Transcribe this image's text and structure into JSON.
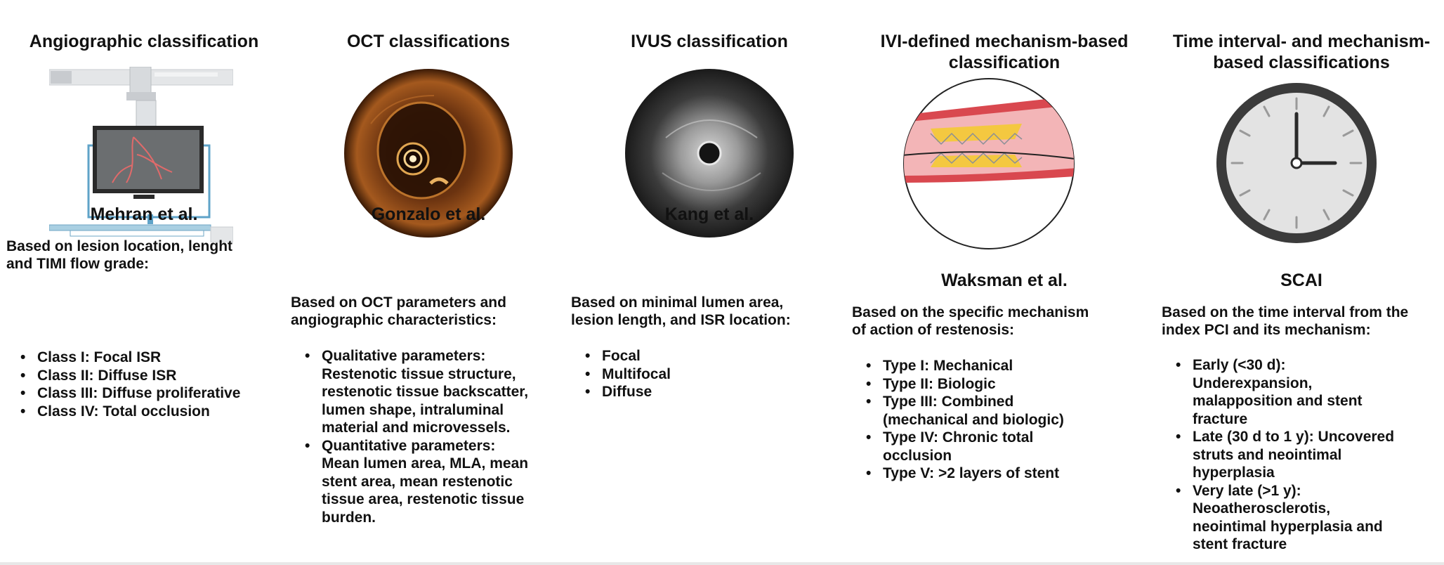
{
  "columns": [
    {
      "title": "Angiographic classification",
      "icon": "angiography-monitor-icon",
      "author": "Mehran et al.",
      "description": "Based on lesion location, lenght\nand TIMI flow grade:",
      "items": [
        "Class I: Focal ISR",
        "Class II: Diffuse ISR",
        "Class III: Diffuse proliferative",
        "Class IV: Total occlusion"
      ]
    },
    {
      "title": "OCT classifications",
      "icon": "oct-image-icon",
      "author": "Gonzalo et al.",
      "description": "Based on OCT parameters and\nangiographic characteristics:",
      "items": [
        "Qualitative parameters:\nRestenotic tissue structure,\nrestenotic tissue backscatter,\nlumen shape, intraluminal\nmaterial and microvessels.",
        "Quantitative parameters:\nMean lumen area, MLA, mean\nstent area, mean restenotic\ntissue area, restenotic tissue\nburden."
      ]
    },
    {
      "title": "IVUS classification",
      "icon": "ivus-image-icon",
      "author": "Kang et al.",
      "description": "Based on minimal lumen area,\nlesion length, and ISR location:",
      "items": [
        "Focal",
        "Multifocal",
        "Diffuse"
      ]
    },
    {
      "title": "IVI-defined mechanism-based\nclassification",
      "icon": "stented-vessel-icon",
      "author": "Waksman et al.",
      "description": "Based on the specific mechanism\nof action of restenosis:",
      "items": [
        "Type I: Mechanical",
        "Type II: Biologic",
        "Type III: Combined\n(mechanical and biologic)",
        "Type IV: Chronic total\nocclusion",
        "Type V: >2 layers of stent"
      ]
    },
    {
      "title": "Time interval- and mechanism-\nbased classifications",
      "icon": "clock-icon",
      "author": "SCAI",
      "description": "Based on the time interval from the\nindex PCI and its mechanism:",
      "items": [
        "Early (<30 d):\nUnderexpansion,\nmalapposition and stent\nfracture",
        "Late (30 d to 1 y): Uncovered\nstruts and neointimal\nhyperplasia",
        "Very late (>1 y):\nNeoatherosclerotis,\nneointimal hyperplasia and\nstent fracture"
      ]
    }
  ]
}
